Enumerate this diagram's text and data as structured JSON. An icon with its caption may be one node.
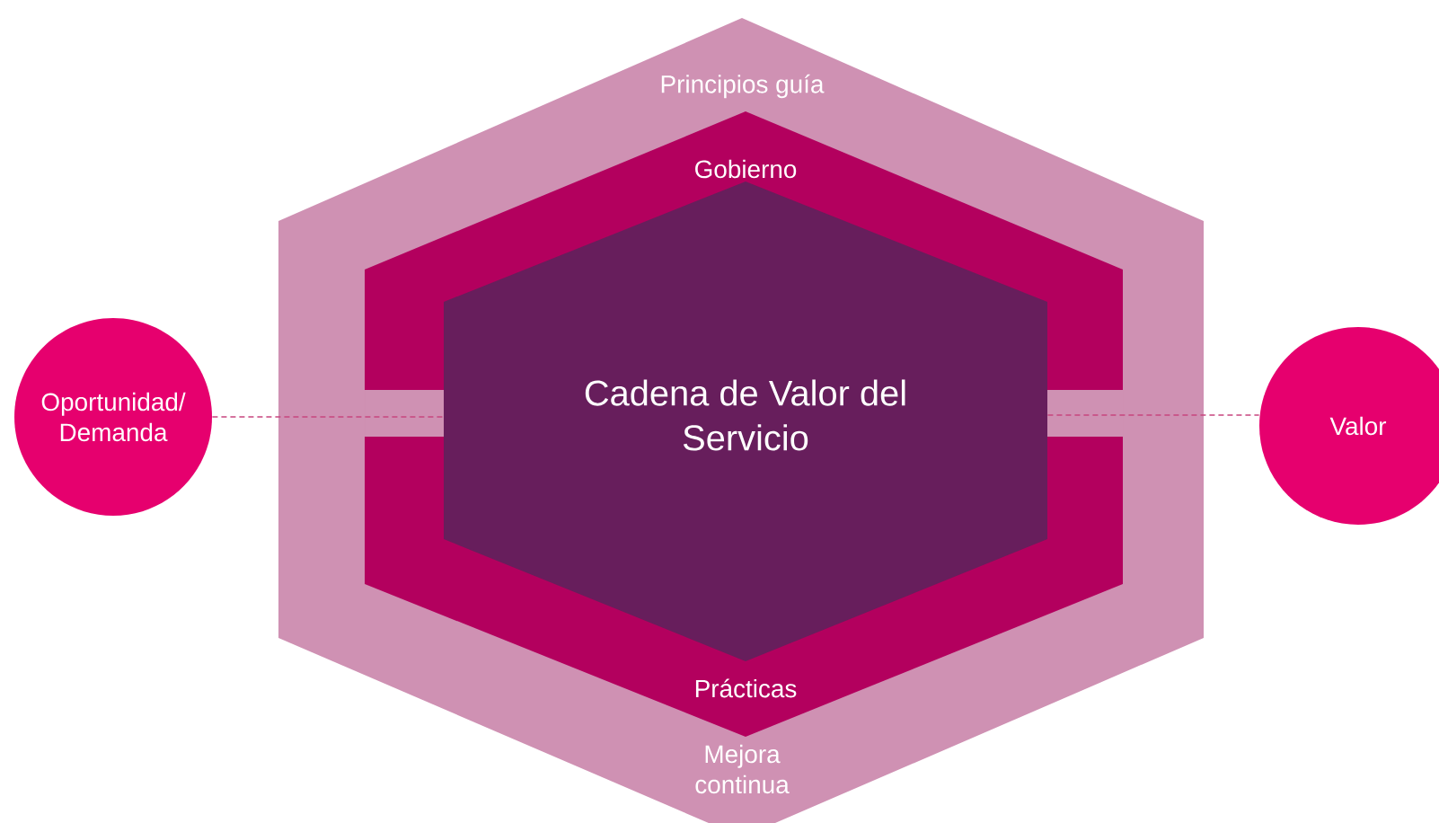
{
  "diagram": {
    "nodes": [
      {
        "text": [
          "Principios guía",
          "Mejora continua"
        ]
      },
      {
        "text": [
          "Gobierno",
          "Prácticas"
        ],
        "in": 0
      },
      {
        "text": [
          "Cadena de Valor del Servicio"
        ],
        "in": 1
      },
      {
        "text": [
          "Oportunidad/ Demanda"
        ]
      },
      {
        "text": [
          "Valor"
        ]
      }
    ],
    "edges": [
      {
        "from": 3,
        "to": 2,
        "arrow": "none",
        "style": "dashed"
      },
      {
        "from": 2,
        "to": 4,
        "arrow": "none",
        "style": "dashed"
      }
    ]
  }
}
